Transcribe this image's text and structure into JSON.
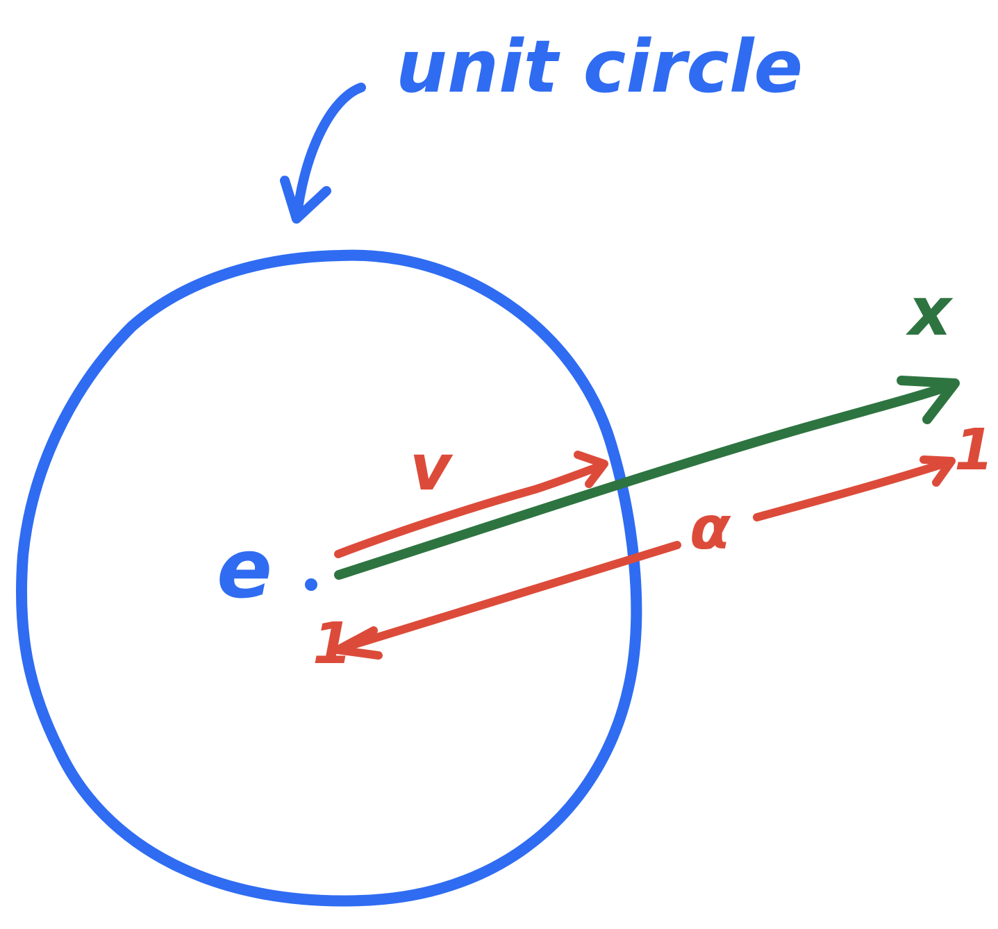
{
  "labels": {
    "circle_caption": "unit circle",
    "center_symbol": "e",
    "direction_label": "v",
    "target_label": "x",
    "scale_label": "α",
    "tick_start": "1",
    "tick_end": "1"
  },
  "colors": {
    "background": "#ffffff",
    "circle": "#2f6cf2",
    "direction_vector": "#dc4b3a",
    "ray": "#2e7440",
    "scale_arrow": "#dc4b3a",
    "caption": "#2f6cf2"
  }
}
